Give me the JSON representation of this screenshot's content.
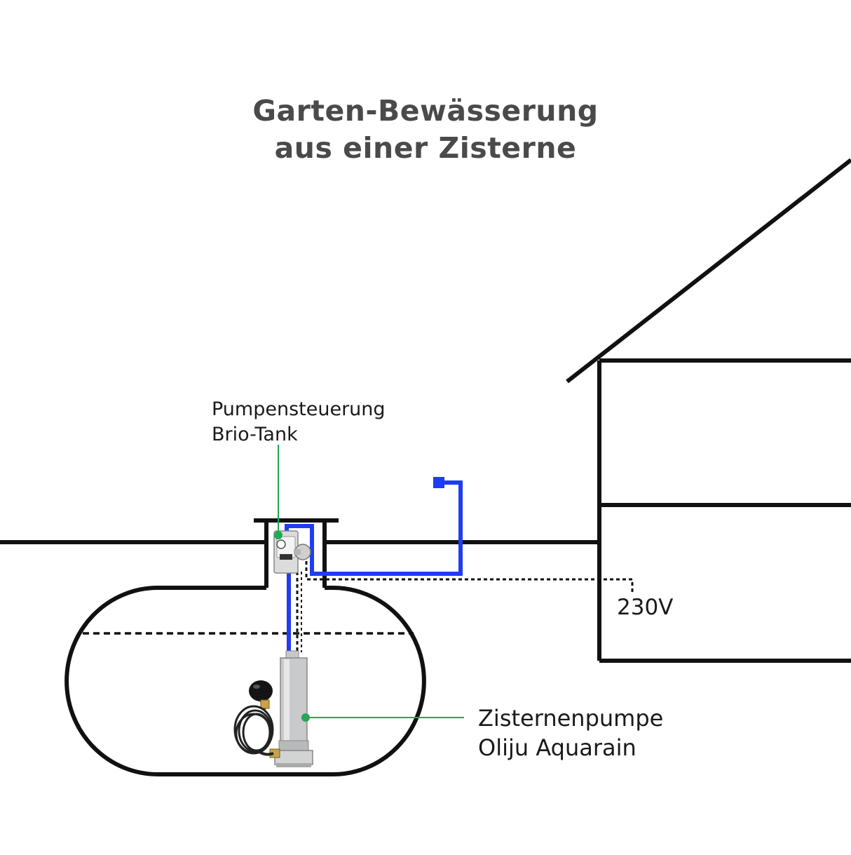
{
  "title": {
    "line1": "Garten-Bewässerung",
    "line2": "aus einer Zisterne"
  },
  "labels": {
    "control_line1": "Pumpensteuerung",
    "control_line2": "Brio-Tank",
    "pump_line1": "Zisternenpumpe",
    "pump_line2": "Oliju Aquarain",
    "voltage": "230V"
  },
  "colors": {
    "outline": "#111111",
    "water_pipe": "#1f3cf5",
    "leader_line": "#1faa55",
    "title_text": "#4a4a4a"
  },
  "icons": [
    "pump-controller-icon",
    "cistern-pump-icon",
    "float-switch-icon",
    "water-tap-icon"
  ]
}
